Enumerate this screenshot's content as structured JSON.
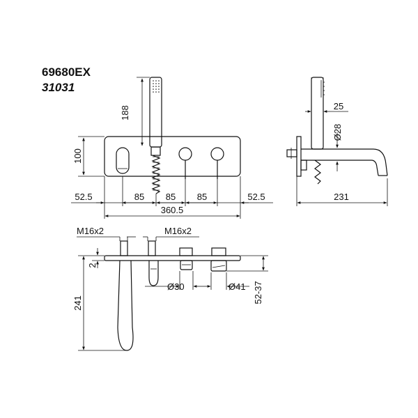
{
  "codes": {
    "primary": "69680EX",
    "secondary": "31031"
  },
  "front_view": {
    "handshower_height": "188",
    "plate_height": "100",
    "spacings": [
      "52.5",
      "85",
      "85",
      "85",
      "52.5"
    ],
    "overall_width": "360.5"
  },
  "side_view": {
    "offset": "25",
    "spout_diameter": "Ø28",
    "projection": "231"
  },
  "top_view": {
    "thread_left": "M16x2",
    "thread_right": "M16x2",
    "plate_thickness": "2",
    "spout_length": "241",
    "knob_small_diameter": "Ø30",
    "knob_large_diameter": "Ø41",
    "wall_adjustment": "52-37"
  }
}
